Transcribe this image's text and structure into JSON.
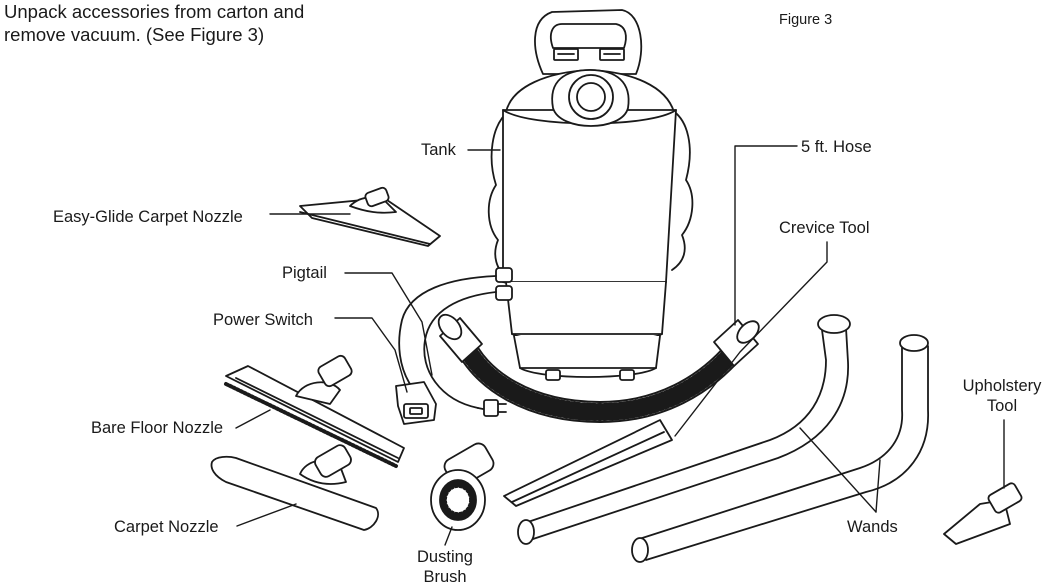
{
  "intro": {
    "line1": "Unpack accessories from carton and",
    "line2": "remove vacuum. (See Figure 3)"
  },
  "figure_label": "Figure 3",
  "labels": {
    "tank": "Tank",
    "hose": "5 ft. Hose",
    "easy_glide": "Easy-Glide Carpet Nozzle",
    "crevice": "Crevice Tool",
    "pigtail": "Pigtail",
    "power_switch": "Power Switch",
    "bare_floor": "Bare Floor Nozzle",
    "upholstery_1": "Upholstery",
    "upholstery_2": "Tool",
    "carpet_nozzle": "Carpet Nozzle",
    "wands": "Wands",
    "dusting_1": "Dusting",
    "dusting_2": "Brush"
  },
  "colors": {
    "ink": "#1a1a1a",
    "paper": "#ffffff"
  }
}
